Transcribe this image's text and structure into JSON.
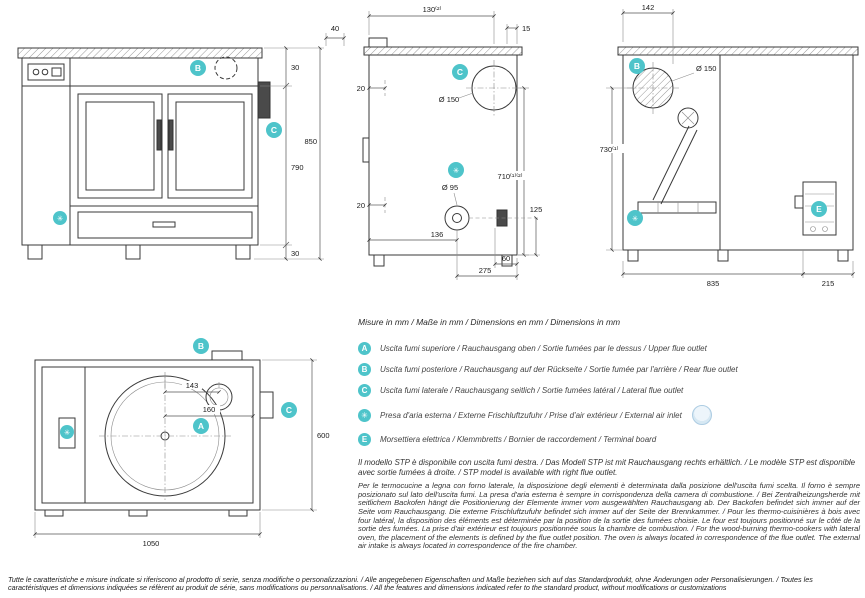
{
  "legend": {
    "units": "Misure in mm / Maße in mm / Dimensions en mm / Dimensions in mm",
    "items": [
      {
        "badge": "A",
        "text": "Uscita fumi superiore / Rauchausgang oben / Sortie fumées par le dessus / Upper flue outlet"
      },
      {
        "badge": "B",
        "text": "Uscita fumi posteriore / Rauchausgang auf der Rückseite / Sortie fumée par l'arrière / Rear flue outlet"
      },
      {
        "badge": "C",
        "text": "Uscita fumi laterale / Rauchausgang seitlich / Sortie fumées latéral / Lateral flue outlet"
      },
      {
        "badge": "✳",
        "text": "Presa d'aria esterna / Externe Frischluftzufuhr / Prise d'air extérieur / External air inlet",
        "logo_icon": "clean-air-logo"
      },
      {
        "badge": "E",
        "text": "Morsettiera elettrica / Klemmbretts / Bornier de raccordement / Terminal board"
      }
    ]
  },
  "notes": {
    "stp": "Il modello STP è disponibile con uscita fumi destra. / Das Modell STP ist mit Rauchausgang rechts erhältlich. / Le modèle STP est disponible avec sortie fumées à droite. / STP model is available with right flue outlet.",
    "placement": "Per le termocucine a legna con forno laterale, la disposizione degli elementi è determinata dalla posizione dell'uscita fumi scelta. Il forno è sempre posizionato sul lato dell'uscita fumi. La presa d'aria esterna è sempre in corrispondenza della camera di combustione. / Bei Zentralheizungsherde mit seitlichem Backofen hängt die Positionierung der Elemente immer vom ausgewählten Rauchausgang ab. Der Backofen befindet sich immer auf der Seite vom Rauchausgang. Die externe Frischluftzufuhr befindet sich immer auf der Seite der Brennkammer. / Pour les thermo-cuisinières à bois avec four latéral, la disposition des éléments est déterminée par la position de la sortie des fumées choisie. Le four est toujours positionné sur le côté de la sortie des fumées. La prise d'air extérieur est toujours positionnée sous la chambre de combustion. / For the wood-burning thermo-cookers with lateral oven, the placement of the elements is defined by the flue outlet position. The oven is always located in correspondence of the flue outlet. The external air intake is always located in correspondence of the fire chamber.",
    "footer": "Tutte le caratteristiche e misure indicate si riferiscono al prodotto di serie, senza modifiche o personalizzazioni. / Alle angegebenen Eigenschaften und Maße beziehen sich auf das Standardprodukt, ohne Änderungen oder Personalisierungen. / Toutes les caractéristiques et dimensions indiquées se réfèrent au produit de série, sans modifications ou personnalisations. / All the features and dimensions indicated refer to the standard product, without modifications or customizations"
  },
  "front_view": {
    "dim_40": "40",
    "dim_30_top": "30",
    "dim_790": "790",
    "dim_850": "850",
    "dim_30_bottom": "30",
    "badge_b": "B",
    "badge_c": "C",
    "badge_air": "✳"
  },
  "left_side_view": {
    "dim_130": "130⁽²⁾",
    "dim_15": "15",
    "dim_20_top": "20",
    "dim_20_bottom": "20",
    "dia_150": "Ø 150",
    "dia_95": "Ø 95",
    "dim_136": "136",
    "dim_710": "710⁽¹⁾⁽²⁾",
    "dim_125": "125",
    "dim_60": "60",
    "dim_275": "275",
    "badge_c": "C",
    "badge_air": "✳"
  },
  "right_side_view": {
    "dim_142": "142",
    "dia_150": "Ø 150",
    "dim_730": "730⁽¹⁾",
    "dim_835": "835",
    "dim_215": "215",
    "badge_b": "B",
    "badge_e": "E",
    "badge_air": "✳"
  },
  "top_view": {
    "dim_143": "143",
    "dim_160": "160",
    "dim_600": "600",
    "dim_1050": "1050",
    "badge_a": "A",
    "badge_b": "B",
    "badge_c": "C",
    "badge_air": "✳"
  },
  "colors": {
    "accent_teal": "#4ec4ca"
  }
}
